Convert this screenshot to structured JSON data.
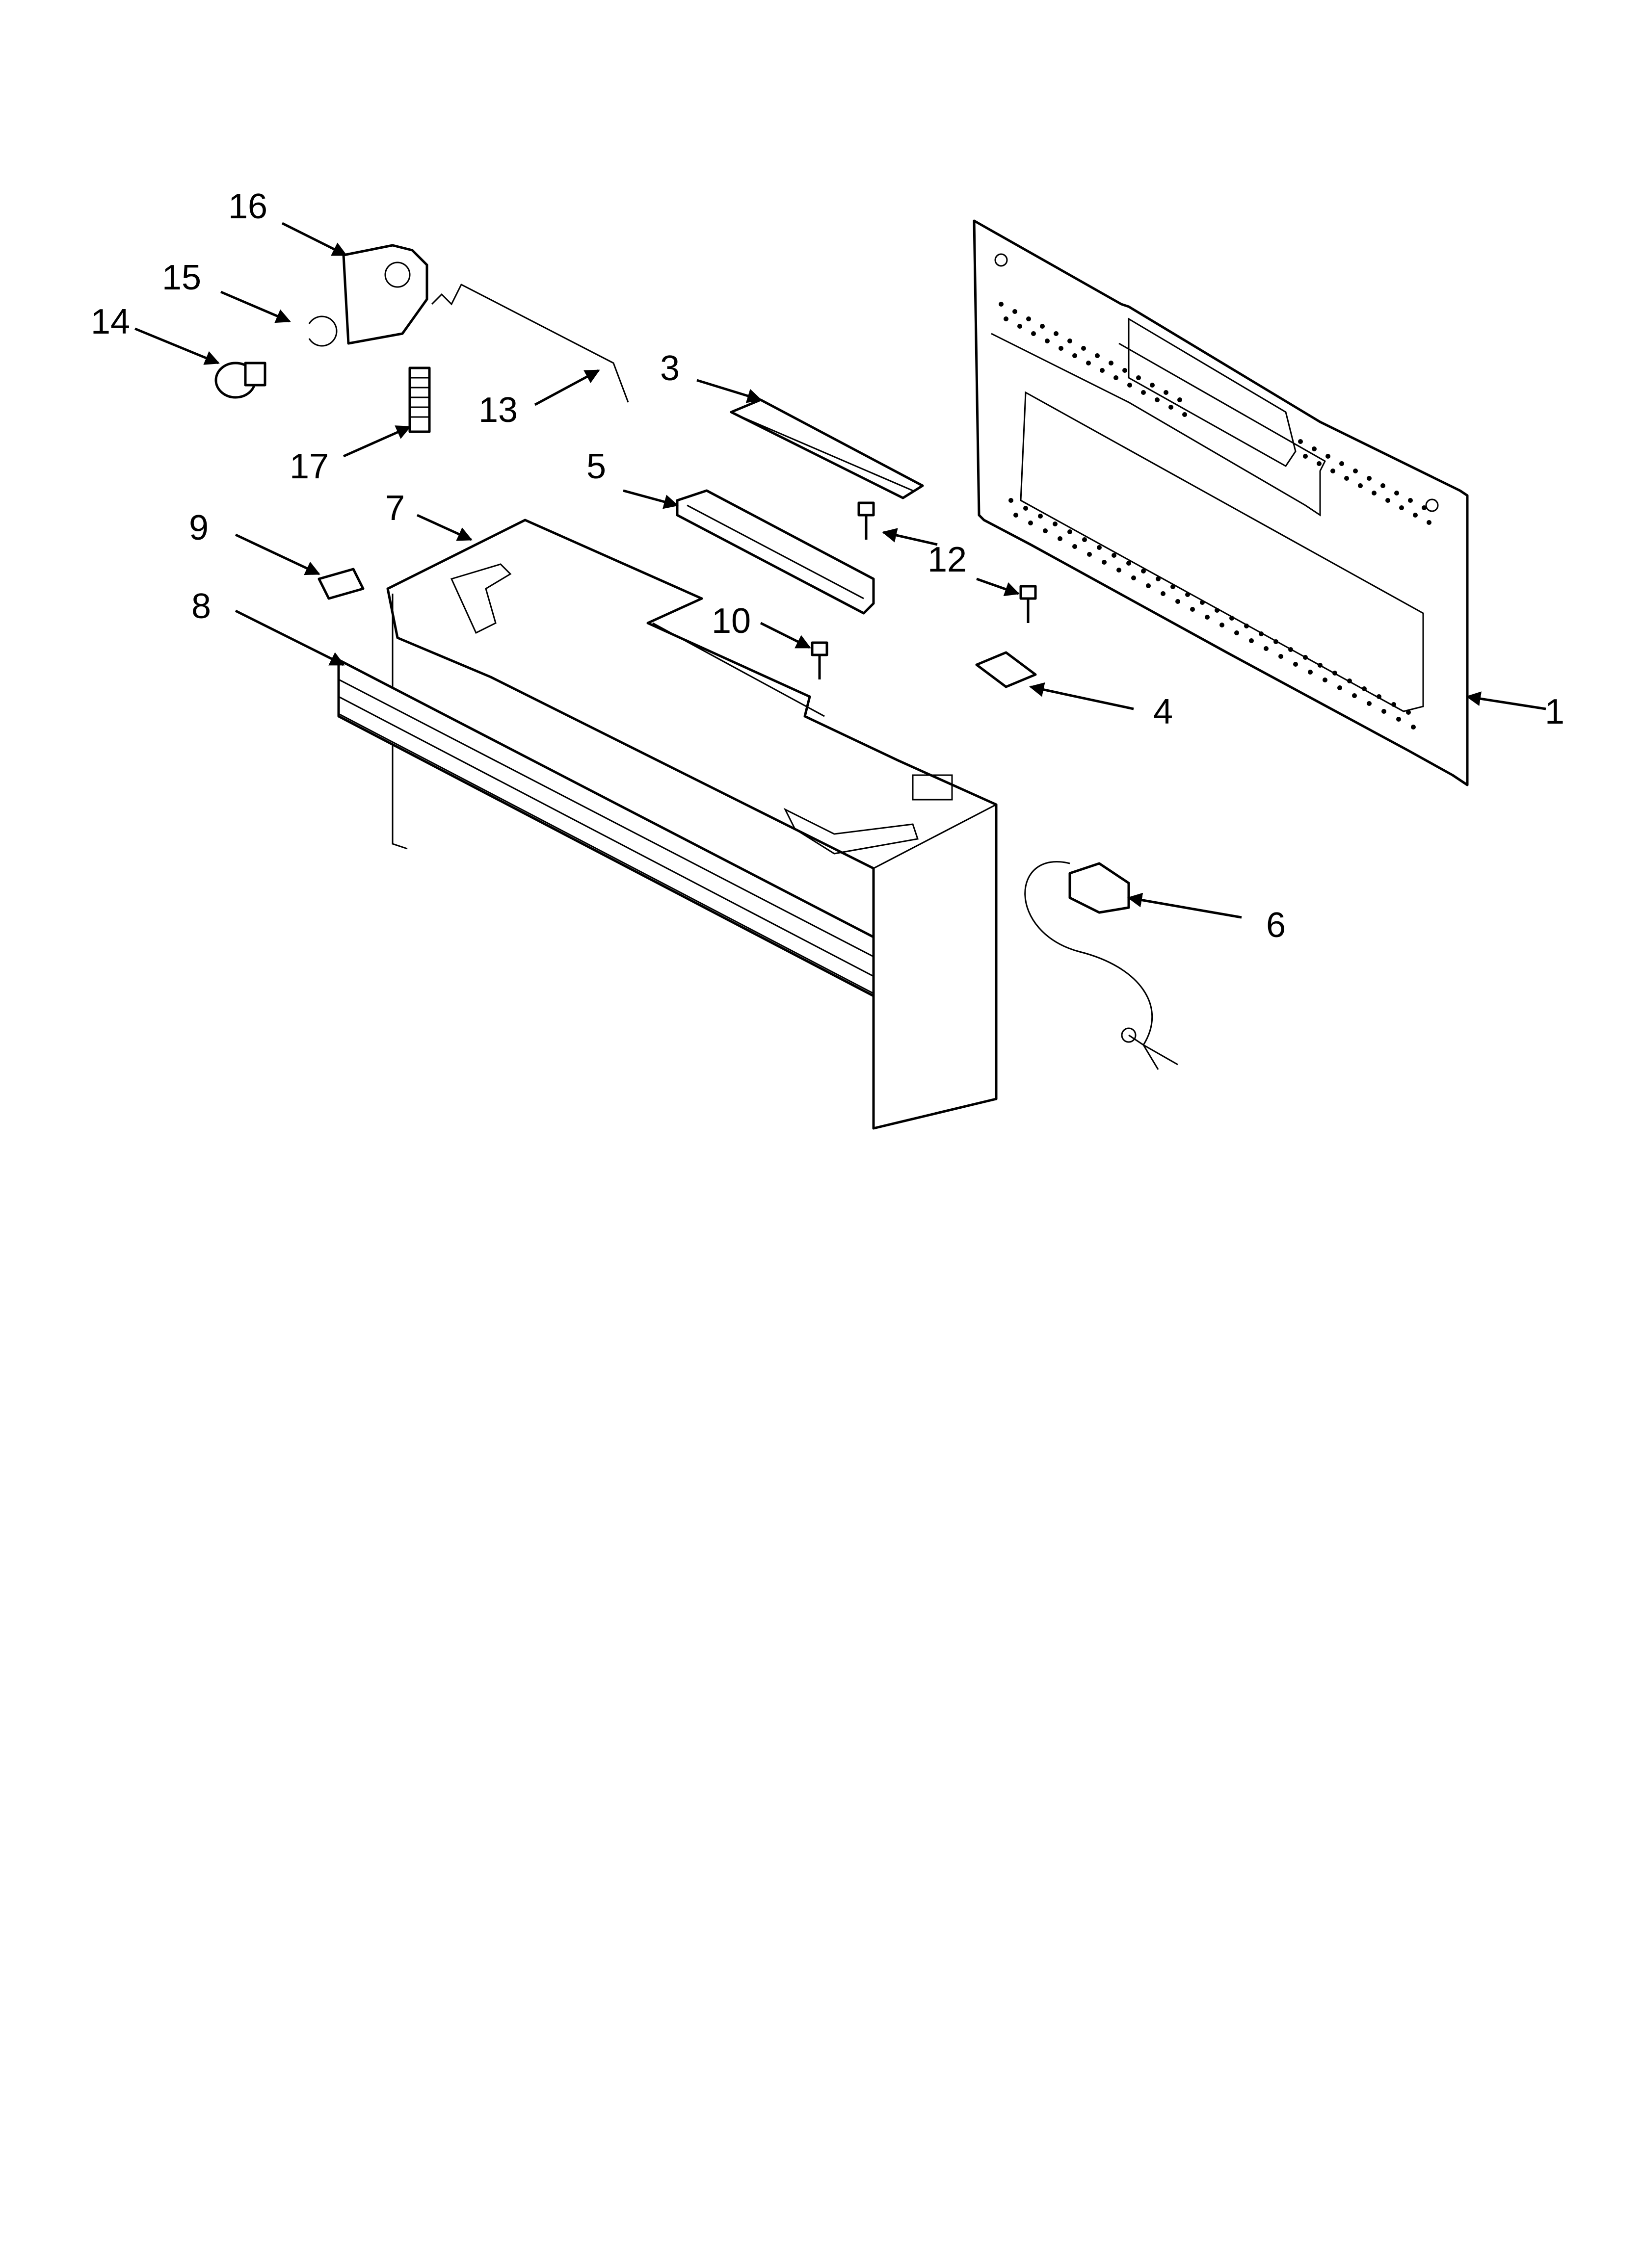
{
  "diagram": {
    "callouts": {
      "c1": "1",
      "c3": "3",
      "c4": "4",
      "c5": "5",
      "c6": "6",
      "c7": "7",
      "c8": "8",
      "c9": "9",
      "c10": "10",
      "c12": "12",
      "c13": "13",
      "c14": "14",
      "c15": "15",
      "c16": "16",
      "c17": "17"
    }
  }
}
